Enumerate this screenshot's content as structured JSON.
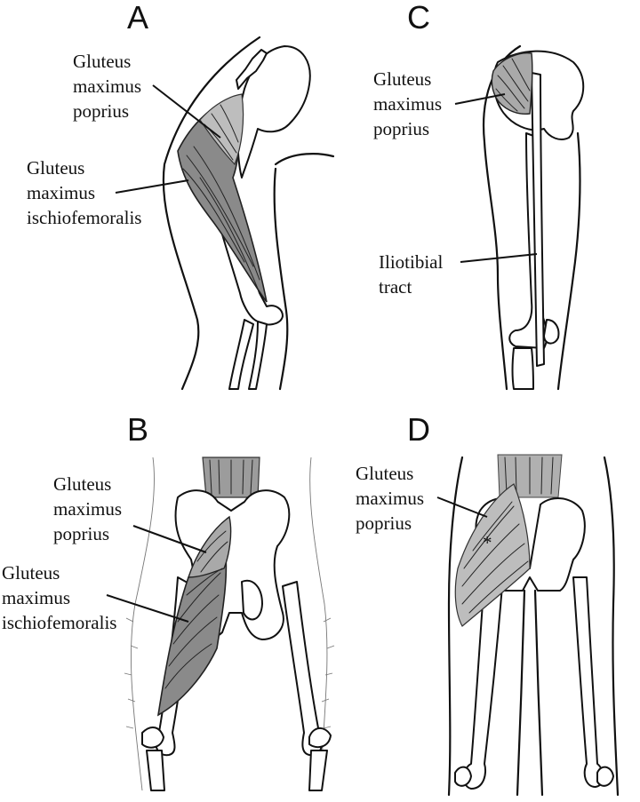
{
  "panels": {
    "a": {
      "letter": "A",
      "label_1": [
        "Gluteus",
        "maximus",
        "poprius"
      ],
      "label_2": [
        "Gluteus",
        "maximus",
        "ischiofemoralis"
      ]
    },
    "b": {
      "letter": "B",
      "label_1": [
        "Gluteus",
        "maximus",
        "poprius"
      ],
      "label_2": [
        "Gluteus",
        "maximus",
        "ischiofemoralis"
      ]
    },
    "c": {
      "letter": "C",
      "label_1": [
        "Gluteus",
        "maximus",
        "poprius"
      ],
      "label_2": [
        "Iliotibial",
        "tract"
      ]
    },
    "d": {
      "letter": "D",
      "label_1": [
        "Gluteus",
        "maximus",
        "poprius"
      ],
      "marker": "*"
    }
  },
  "colors": {
    "muscle_dark": "#8a8a8a",
    "muscle_light": "#bdbdbd",
    "line": "#111111"
  }
}
